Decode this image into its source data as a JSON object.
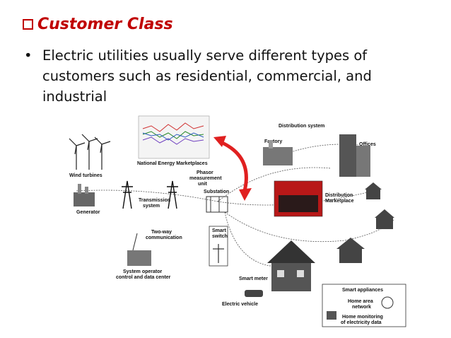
{
  "slide": {
    "heading": "Customer Class",
    "bullet_text": "Electric utilities usually serve different types of customers such as residential, commercial, and industrial"
  },
  "diagram": {
    "labels": {
      "distribution_system": "Distribution system",
      "factory": "Factory",
      "offices": "Offices",
      "wind_turbines": "Wind turbines",
      "national_energy_marketplaces": "National Energy Marketplaces",
      "phasor": "Phasor",
      "measurement": "measurement",
      "unit": "unit",
      "substation": "Substation",
      "transmission": "Transmission",
      "system": "system",
      "generator": "Generator",
      "distribution": "Distribution",
      "marketplace": "Marketplace",
      "two_way": "Two-way",
      "communication": "communication",
      "smart": "Smart",
      "switch": "switch",
      "system_operator": "System operator",
      "control_data_center": "control and data center",
      "smart_meter": "Smart meter",
      "electric_vehicle": "Electric vehicle",
      "smart_appliances": "Smart appliances",
      "home_area": "Home area",
      "network": "network",
      "home_monitoring": "Home monitoring",
      "of_electricity_data": "of electricity data"
    }
  },
  "colors": {
    "heading": "#c00000",
    "arrow": "#e02020",
    "text": "#111111"
  }
}
